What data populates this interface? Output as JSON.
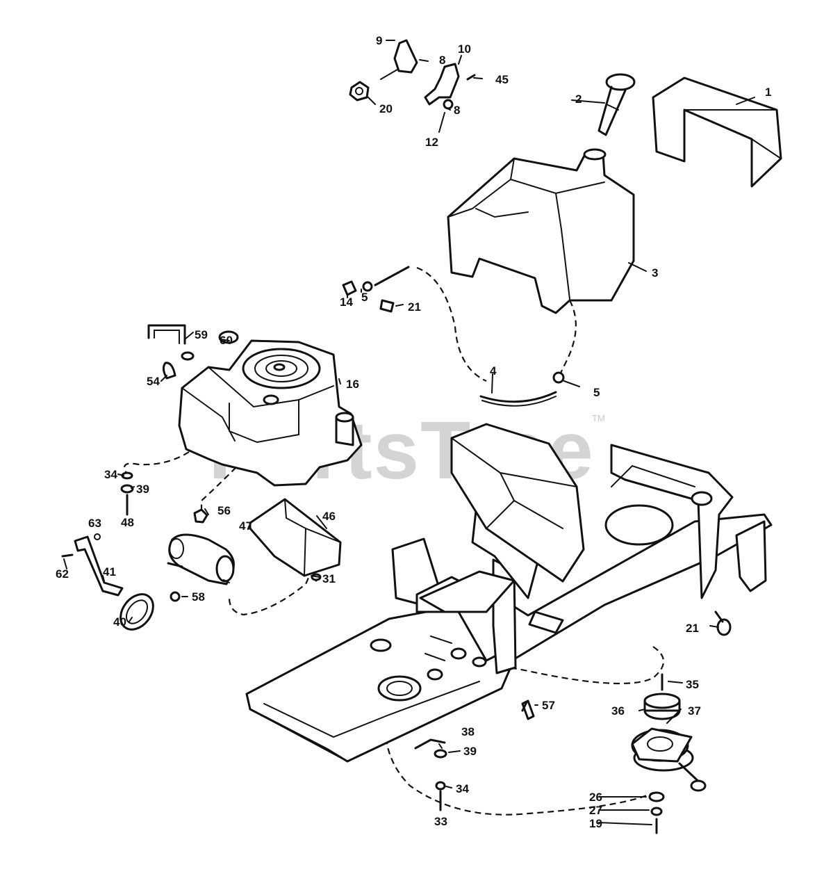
{
  "watermark": {
    "text": "PartsTree",
    "trademark": "TM"
  },
  "callouts": [
    {
      "id": "c-1",
      "text": "1"
    },
    {
      "id": "c-2",
      "text": "2"
    },
    {
      "id": "c-3",
      "text": "3"
    },
    {
      "id": "c-4",
      "text": "4"
    },
    {
      "id": "c-5a",
      "text": "5"
    },
    {
      "id": "c-5b",
      "text": "5"
    },
    {
      "id": "c-8a",
      "text": "8"
    },
    {
      "id": "c-8b",
      "text": "8"
    },
    {
      "id": "c-9",
      "text": "9"
    },
    {
      "id": "c-10",
      "text": "10"
    },
    {
      "id": "c-12",
      "text": "12"
    },
    {
      "id": "c-14",
      "text": "14"
    },
    {
      "id": "c-16",
      "text": "16"
    },
    {
      "id": "c-19",
      "text": "19"
    },
    {
      "id": "c-20",
      "text": "20"
    },
    {
      "id": "c-21a",
      "text": "21"
    },
    {
      "id": "c-21b",
      "text": "21"
    },
    {
      "id": "c-26",
      "text": "26"
    },
    {
      "id": "c-27",
      "text": "27"
    },
    {
      "id": "c-31",
      "text": "31"
    },
    {
      "id": "c-33",
      "text": "33"
    },
    {
      "id": "c-34a",
      "text": "34"
    },
    {
      "id": "c-34b",
      "text": "34"
    },
    {
      "id": "c-35",
      "text": "35"
    },
    {
      "id": "c-36",
      "text": "36"
    },
    {
      "id": "c-37",
      "text": "37"
    },
    {
      "id": "c-38",
      "text": "38"
    },
    {
      "id": "c-39a",
      "text": "39"
    },
    {
      "id": "c-39b",
      "text": "39"
    },
    {
      "id": "c-40",
      "text": "40"
    },
    {
      "id": "c-41",
      "text": "41"
    },
    {
      "id": "c-45",
      "text": "45"
    },
    {
      "id": "c-46",
      "text": "46"
    },
    {
      "id": "c-47",
      "text": "47"
    },
    {
      "id": "c-48",
      "text": "48"
    },
    {
      "id": "c-54",
      "text": "54"
    },
    {
      "id": "c-56",
      "text": "56"
    },
    {
      "id": "c-57",
      "text": "57"
    },
    {
      "id": "c-58",
      "text": "58"
    },
    {
      "id": "c-59",
      "text": "59"
    },
    {
      "id": "c-60",
      "text": "60"
    },
    {
      "id": "c-62",
      "text": "62"
    },
    {
      "id": "c-63",
      "text": "63"
    }
  ]
}
